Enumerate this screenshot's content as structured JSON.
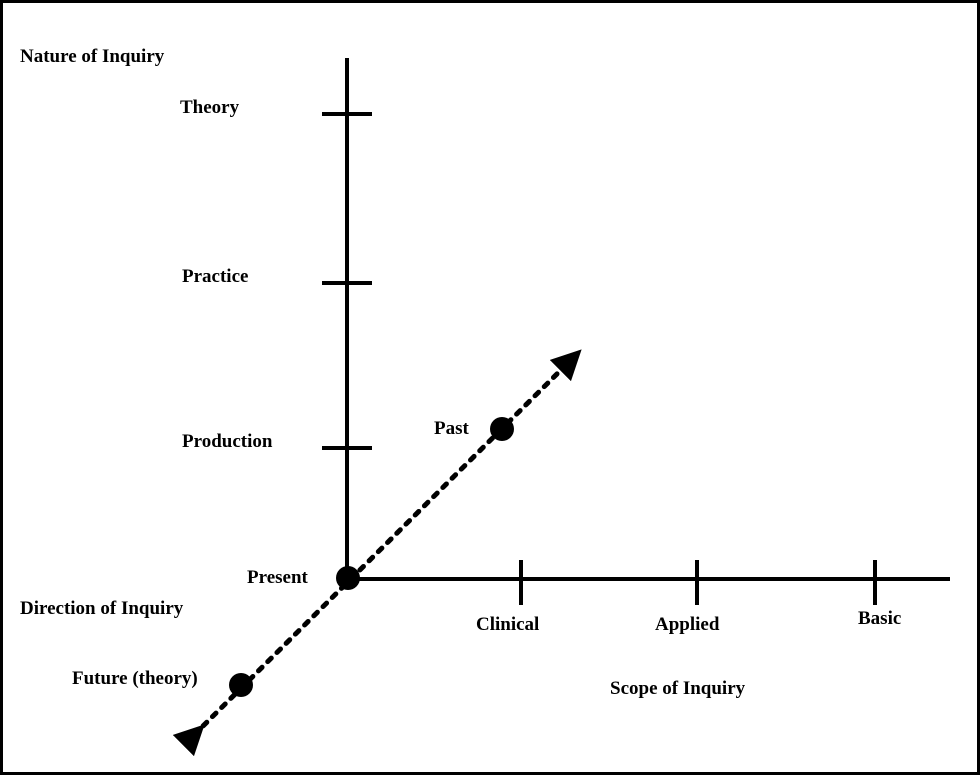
{
  "diagram": {
    "colors": {
      "ink": "#000000",
      "background": "#ffffff"
    },
    "vertical_axis": {
      "title": "Nature of Inquiry",
      "ticks": [
        "Theory",
        "Practice",
        "Production"
      ]
    },
    "horizontal_axis": {
      "title": "Scope of Inquiry",
      "ticks": [
        "Clinical",
        "Applied",
        "Basic"
      ]
    },
    "diagonal_axis": {
      "title": "Direction of Inquiry",
      "points": {
        "past": "Past",
        "present": "Present",
        "future": "Future (theory)"
      }
    }
  }
}
